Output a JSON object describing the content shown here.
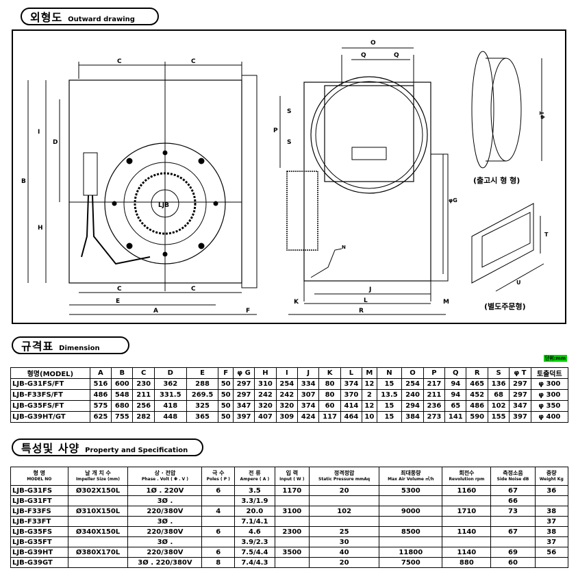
{
  "sections": {
    "outward": {
      "title": "외형도",
      "subtitle": "Outward drawing"
    },
    "dimension": {
      "title": "규격표",
      "subtitle": "Dimension"
    },
    "property": {
      "title": "특성및 사양",
      "subtitle": "Property and Specification"
    }
  },
  "drawing_labels": {
    "front": {
      "A": "A",
      "B": "B",
      "C": "C",
      "D": "D",
      "E": "E",
      "F": "F",
      "H": "H",
      "I": "I",
      "logo": "LJB"
    },
    "side": {
      "K": "K",
      "L": "L",
      "M": "M",
      "R": "R",
      "J": "J",
      "N": "N",
      "O": "O",
      "P": "P",
      "Q": "Q",
      "S": "S",
      "G": "φG"
    },
    "outlet_caption": "(출고시 형 형)",
    "outlet_T": "φT",
    "flange_T": "T",
    "flange_U": "U",
    "flange_caption": "(별도주문형)"
  },
  "dimension_table": {
    "unit": "단위:mm",
    "headers": [
      "형명(MODEL)",
      "A",
      "B",
      "C",
      "D",
      "E",
      "F",
      "φ G",
      "H",
      "I",
      "J",
      "K",
      "L",
      "M",
      "N",
      "O",
      "P",
      "Q",
      "R",
      "S",
      "φ T",
      "토출덕트"
    ],
    "rows": [
      [
        "LJB-G31FS/FT",
        "516",
        "600",
        "230",
        "362",
        "288",
        "50",
        "297",
        "310",
        "254",
        "334",
        "80",
        "374",
        "12",
        "15",
        "254",
        "217",
        "94",
        "465",
        "136",
        "297",
        "φ 300"
      ],
      [
        "LJB-F33FS/FT",
        "486",
        "548",
        "211",
        "331.5",
        "269.5",
        "50",
        "297",
        "242",
        "242",
        "307",
        "80",
        "370",
        "2",
        "13.5",
        "240",
        "211",
        "94",
        "452",
        "68",
        "297",
        "φ 300"
      ],
      [
        "LJB-G35FS/FT",
        "575",
        "680",
        "256",
        "418",
        "325",
        "50",
        "347",
        "320",
        "320",
        "374",
        "60",
        "414",
        "12",
        "15",
        "294",
        "236",
        "65",
        "486",
        "102",
        "347",
        "φ 350"
      ],
      [
        "LJB-G39HT/GT",
        "625",
        "755",
        "282",
        "448",
        "365",
        "50",
        "397",
        "407",
        "309",
        "424",
        "117",
        "464",
        "10",
        "15",
        "384",
        "273",
        "141",
        "590",
        "155",
        "397",
        "φ 400"
      ]
    ]
  },
  "spec_table": {
    "headers": [
      {
        "label": "형  명",
        "sub": "MODEL  NO"
      },
      {
        "label": "날 개 치 수",
        "sub": "Impeller Size (mm)"
      },
      {
        "label": "상 · 전압",
        "sub": "Phase . Volt ( Φ . V )"
      },
      {
        "label": "극 수",
        "sub": "Poles ( P )"
      },
      {
        "label": "전  류",
        "sub": "Ampere ( A )"
      },
      {
        "label": "입 력",
        "sub": "Input ( W )"
      },
      {
        "label": "정격정압",
        "sub": "Static Pressure mmAq"
      },
      {
        "label": "최대풍량",
        "sub": "Max Air Volume ㎥/h"
      },
      {
        "label": "회전수",
        "sub": "Revolution rpm"
      },
      {
        "label": "측정소음",
        "sub": "Side Noise dB"
      },
      {
        "label": "중량",
        "sub": "Weight Kg"
      }
    ],
    "rows": [
      {
        "model": "LJB-G31FS",
        "size": "Ø302X150L",
        "phase": "1Ø . 220V",
        "poles": "6",
        "amp": "3.5",
        "input": "1170",
        "pressure": "20",
        "volume": "5300",
        "rpm": "1160",
        "noise": "67",
        "weight": "36"
      },
      {
        "model": "LJB-G31FT",
        "size": "",
        "phase": "3Ø .",
        "poles": "",
        "amp": "3.3/1.9",
        "input": "",
        "pressure": "",
        "volume": "",
        "rpm": "",
        "noise": "66",
        "weight": ""
      },
      {
        "model": "LJB-F33FS",
        "size": "Ø310X150L",
        "phase": "220/380V",
        "poles": "4",
        "amp": "20.0",
        "input": "3100",
        "pressure": "102",
        "volume": "9000",
        "rpm": "1710",
        "noise": "73",
        "weight": "38"
      },
      {
        "model": "LJB-F33FT",
        "size": "",
        "phase": "3Ø .",
        "poles": "",
        "amp": "7.1/4.1",
        "input": "",
        "pressure": "",
        "volume": "",
        "rpm": "",
        "noise": "",
        "weight": "37"
      },
      {
        "model": "LJB-G35FS",
        "size": "Ø340X150L",
        "phase": "220/380V",
        "poles": "6",
        "amp": "4.6",
        "input": "2300",
        "pressure": "25",
        "volume": "8500",
        "rpm": "1140",
        "noise": "67",
        "weight": "38"
      },
      {
        "model": "LJB-G35FT",
        "size": "",
        "phase": "3Ø .",
        "poles": "",
        "amp": "3.9/2.3",
        "input": "",
        "pressure": "30",
        "volume": "",
        "rpm": "",
        "noise": "",
        "weight": "37"
      },
      {
        "model": "LJB-G39HT",
        "size": "Ø380X170L",
        "phase": "220/380V",
        "poles": "6",
        "amp": "7.5/4.4",
        "input": "3500",
        "pressure": "40",
        "volume": "11800",
        "rpm": "1140",
        "noise": "69",
        "weight": "56"
      },
      {
        "model": "LJB-G39GT",
        "size": "",
        "phase": "3Ø . 220/380V",
        "poles": "8",
        "amp": "7.4/4.3",
        "input": "",
        "pressure": "20",
        "volume": "7500",
        "rpm": "880",
        "noise": "60",
        "weight": ""
      }
    ]
  }
}
